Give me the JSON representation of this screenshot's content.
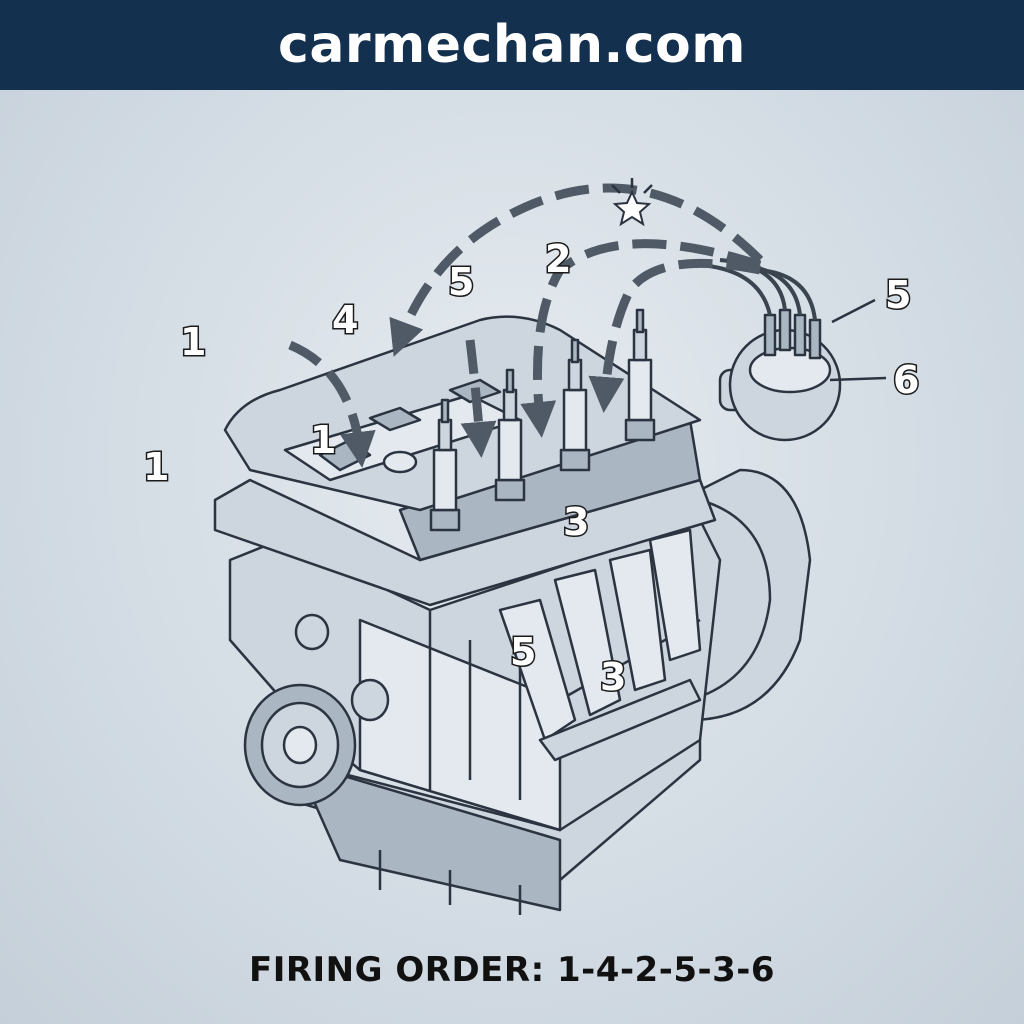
{
  "header": {
    "site": "carmechan.com",
    "bg_color": "#14304f"
  },
  "diagram": {
    "callouts": {
      "left_upper": "1",
      "left_lower": "1",
      "cylinder_1": "1",
      "arrow_4": "4",
      "arrow_5_top": "5",
      "arrow_2": "2",
      "distributor_5": "5",
      "distributor_6": "6",
      "head_3": "3",
      "manifold_5": "5",
      "manifold_3": "3"
    },
    "icons": [
      "spark-star-icon",
      "spark-plug-icon",
      "distributor-icon"
    ]
  },
  "caption": {
    "firing_order": "FIRING ORDER: 1-4-2-5-3-6"
  }
}
